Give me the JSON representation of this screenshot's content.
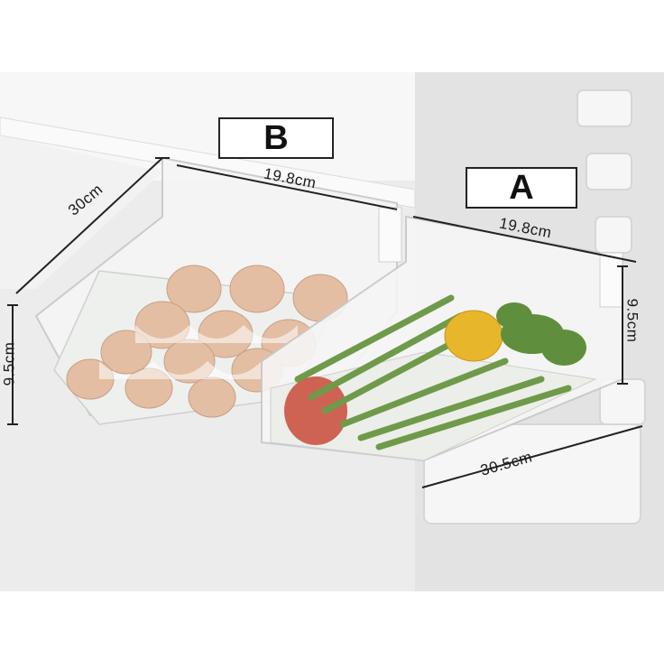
{
  "labels": {
    "box_b": "B",
    "box_a": "A",
    "depth_b": "30cm",
    "width_b": "19.8cm",
    "width_a": "19.8cm",
    "height_b": "9.5cm",
    "height_a": "9.5cm",
    "depth_a": "30.5cm"
  },
  "colors": {
    "background": "#ffffff",
    "fridge_wall": "#ececec",
    "shelf_plastic": "#f4f4f4",
    "egg": "#e6c2a8",
    "green_beans": "#6f9a4a",
    "corn": "#e8b62a",
    "tomato": "#c94a3a"
  }
}
